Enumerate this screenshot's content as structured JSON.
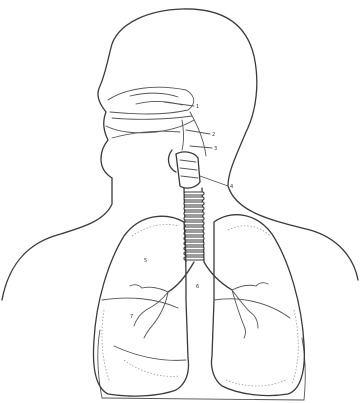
{
  "labels": [
    {
      "id": "l1",
      "text": "1"
    },
    {
      "id": "l2",
      "text": "2"
    },
    {
      "id": "l3",
      "text": "3"
    },
    {
      "id": "l4",
      "text": "4"
    },
    {
      "id": "l5",
      "text": "5"
    },
    {
      "id": "l6",
      "text": "6"
    },
    {
      "id": "l7",
      "text": "7"
    }
  ]
}
